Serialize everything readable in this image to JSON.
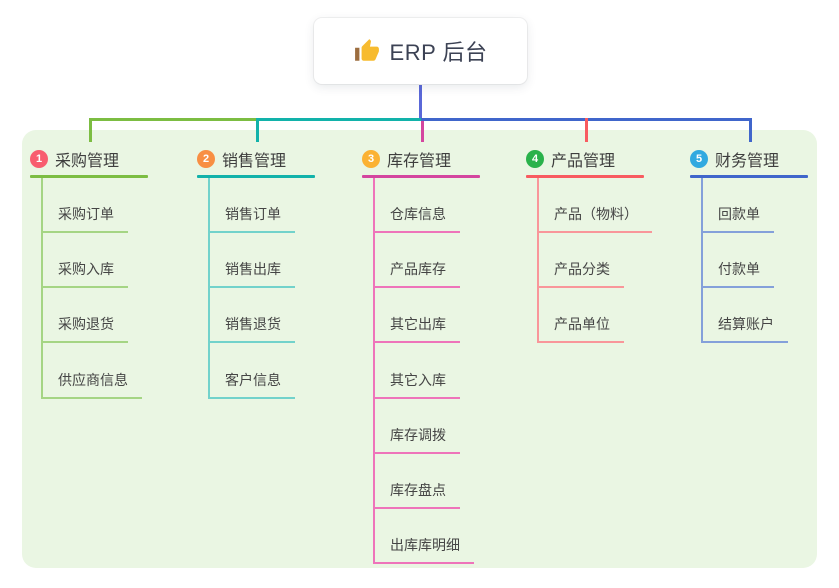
{
  "root": {
    "title": "ERP 后台",
    "icon": "thumbs-up-icon",
    "icon_colors": {
      "hand": "#f7bb2f",
      "cuff": "#9c6d3f"
    }
  },
  "canvas": {
    "background": "#ffffff",
    "panel_color": "#eaf6e3",
    "stem_color": "#5a68d8"
  },
  "branches": [
    {
      "index": "1",
      "label": "采购管理",
      "badge_color": "#f85d6f",
      "line_color": "#7cbd42",
      "child_line_color": "#a5d584",
      "children": [
        "采购订单",
        "采购入库",
        "采购退货",
        "供应商信息"
      ]
    },
    {
      "index": "2",
      "label": "销售管理",
      "badge_color": "#f88f43",
      "line_color": "#12b2aa",
      "child_line_color": "#72d2cb",
      "children": [
        "销售订单",
        "销售出库",
        "销售退货",
        "客户信息"
      ]
    },
    {
      "index": "3",
      "label": "库存管理",
      "badge_color": "#fbb233",
      "line_color": "#d4469f",
      "child_line_color": "#ee74ba",
      "children": [
        "仓库信息",
        "产品库存",
        "其它出库",
        "其它入库",
        "库存调拨",
        "库存盘点",
        "出库库明细"
      ]
    },
    {
      "index": "4",
      "label": "产品管理",
      "badge_color": "#2ab24b",
      "line_color": "#f85b60",
      "child_line_color": "#f9969a",
      "children": [
        "产品（物料）",
        "产品分类",
        "产品单位"
      ]
    },
    {
      "index": "5",
      "label": "财务管理",
      "badge_color": "#31a9e0",
      "line_color": "#4066cb",
      "child_line_color": "#84a0da",
      "children": [
        "回款单",
        "付款单",
        "结算账户"
      ]
    }
  ]
}
